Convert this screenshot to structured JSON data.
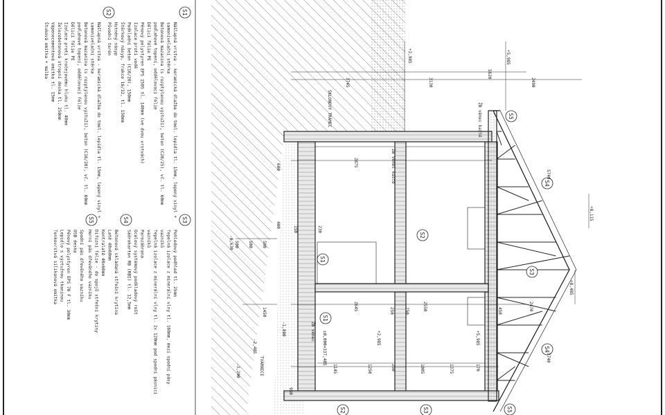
{
  "legend": {
    "S1": [
      "Nášlapná vrstva - keramická dlažba do tmel. lepidla tl. 15mm, lepený vinyl +",
      "samonivelační stěrka",
      "Betonová mazanina (s rozptýlenou výztuží), beton (C20/25), vč. tl. 60mm",
      "podlahové topení, oddělovací fólie",
      "Dělicí fólie PE",
      "Pěnový polystyren EPS 150S tl. 140mm (ve dvou vrstvách)",
      "Izolace proti vodě",
      "Podkladní beton (C16/20), 150mm",
      "Štěrkový násyp, frakce 16/32, tl. 150mm",
      "Hutněný násyp",
      "Původní terén"
    ],
    "S2": [
      "Nášlapná vrstva - keramická dlažba do tmel. lepidla tl. 15mm, lepený vinyl +",
      "samonivelační stěrka",
      "Betonová mazanina (s rozptýlenou výztuží), beton (C16/20), vč. tl. 60mm",
      "podlahové topení, oddělovací fólie",
      "Dělicí fólie PE",
      "Izolace proti kročejovému hluku tl. 40mm",
      "Železobetonová stropní deska tl. 250mm",
      "Vápenocementová omítka tl. 15mm",
      "Štuková omítka + malba"
    ],
    "S3": [
      "Pohledový podhled tl. 25mm",
      "Tepelná izolace z minerální vlny tl. 160mm, mezi spodní pásy",
      "vazníků",
      "Tepelná izolace z minerální vlny tl. 2x 120mm pod spodní pásnicí",
      "vazníků",
      "Parozábrana",
      "Ocelový systémový podkladový rošt",
      "Sádrokarton RB (RBI) tl. 12,5mm"
    ],
    "S4": [
      "Betonová skládaná střešní krytina",
      "Latě 40x60mm",
      "Kontralatě 40x60mm",
      "Difúzní fólie - do spojů střešní krytiny",
      "Horní pás dřevěného vazníku"
    ],
    "S5": [
      "Spodní pás dřevěného vazníku",
      "OSB deska",
      "Pěnový polystyren EPS 70 F tl. 30mm",
      "Lepidlo s výztužnou tkaninou",
      "Tenkovrstvá silikonová omítka"
    ]
  },
  "tags": [
    "S1",
    "S2",
    "S3",
    "S4",
    "S5",
    "S5",
    "S4",
    "S3",
    "S2",
    "S1"
  ],
  "dimensions": {
    "top": [
      "5620",
      "3745",
      "3130",
      "2490",
      "2875",
      "2645",
      "2550",
      "2470",
      "1145",
      "1250",
      "1005",
      "1375"
    ],
    "levels": [
      "+2,985",
      "+5,985",
      "+8,485",
      "+8,115",
      "+2,985",
      "+5,985",
      "-1,880",
      "-2,485",
      "-3,200",
      "±0,000=337,485",
      "-0,630"
    ],
    "small": [
      "500",
      "500",
      "500",
      "600",
      "400",
      "150",
      "230",
      "250",
      "250",
      "450",
      "170",
      "250",
      "1450",
      "5740",
      "5740",
      "950"
    ]
  },
  "notes": [
    "SKLONOVÝ TRÁMEC",
    "ŽB věnec kaště",
    "ŽB věnec kaště",
    "ŽB věnec",
    "TVÁRNICE"
  ],
  "colors": {
    "line": "#222222",
    "hatch": "#555555",
    "fill": "#e9e9e9",
    "bg": "#ffffff"
  }
}
